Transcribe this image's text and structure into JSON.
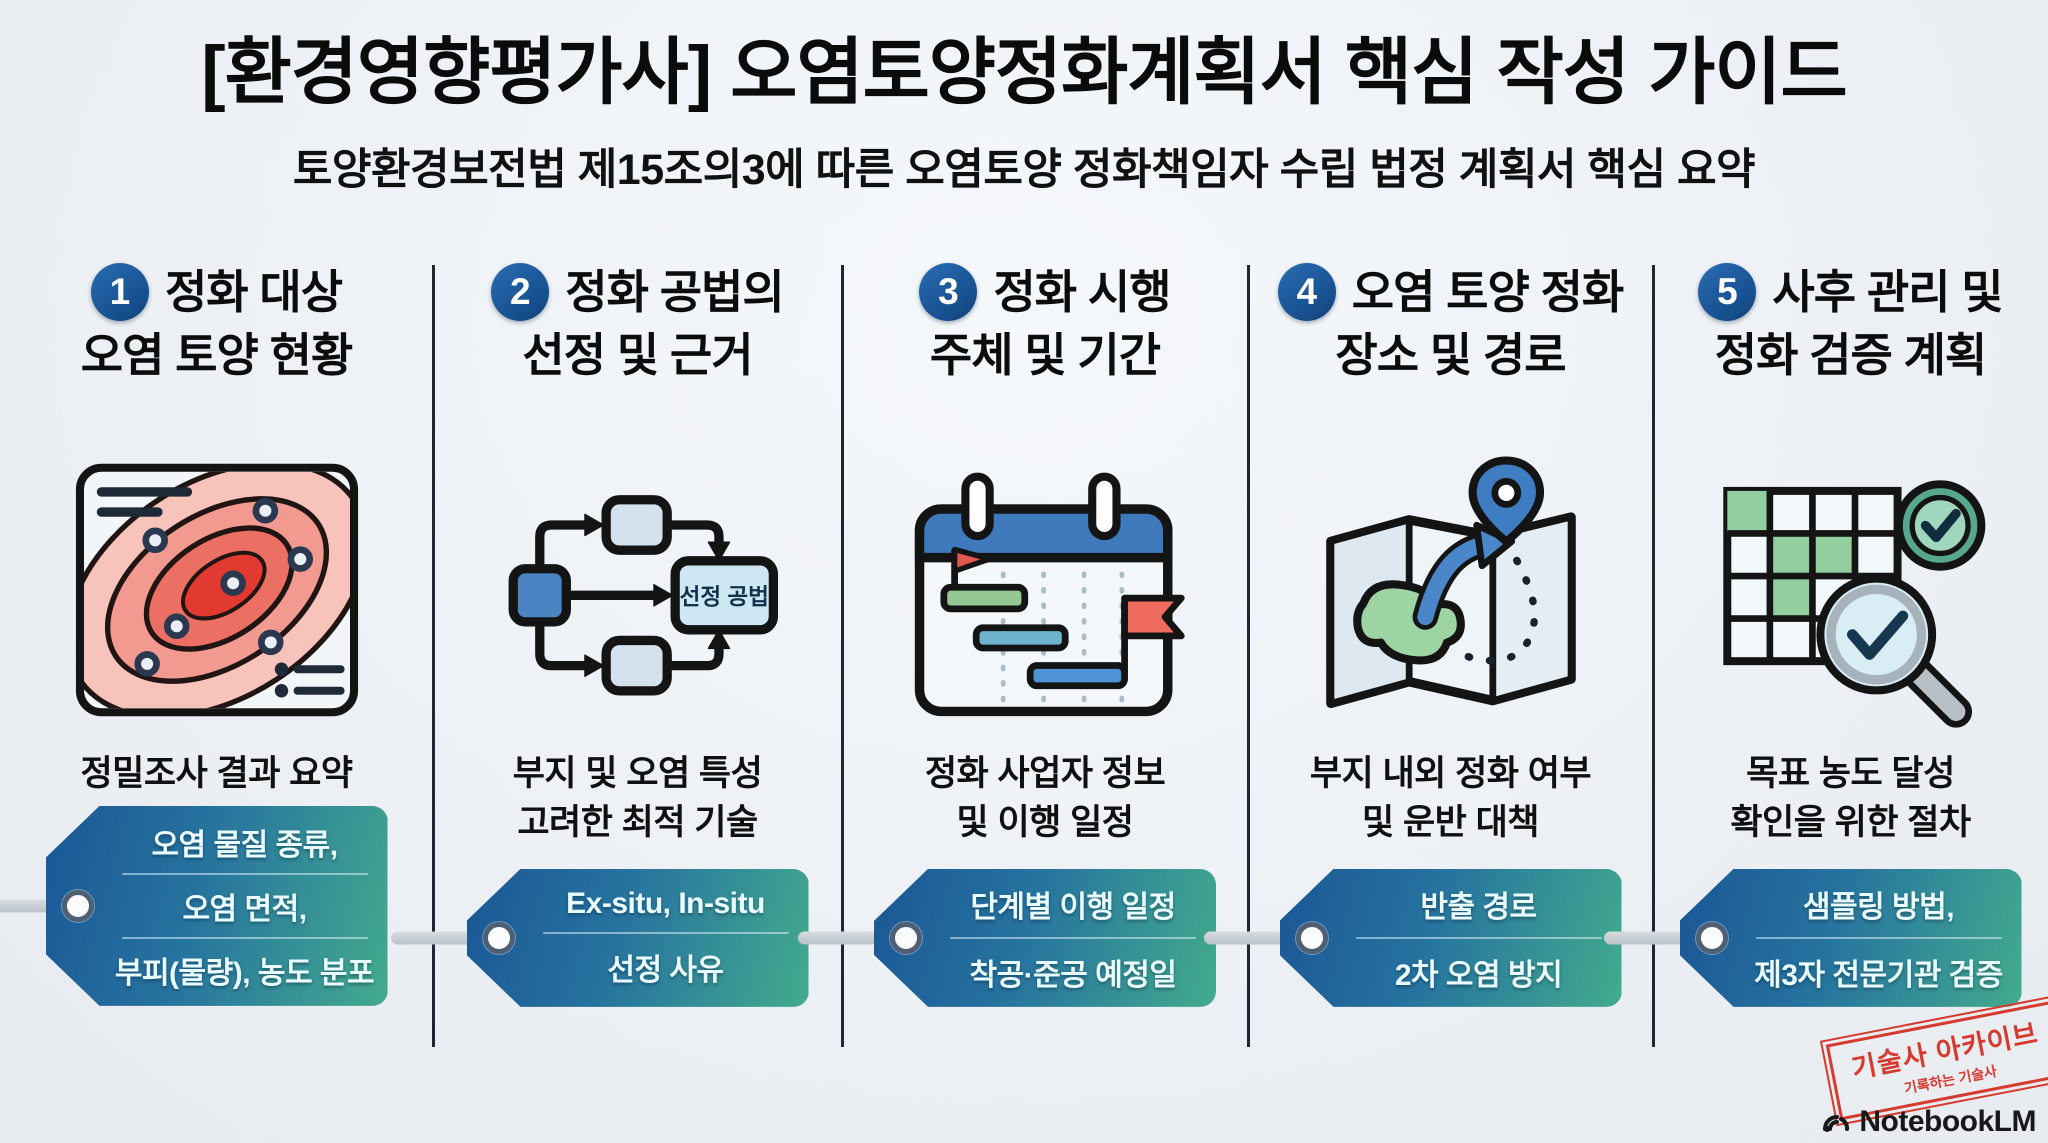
{
  "page": {
    "title": "[환경영향평가사] 오염토양정화계획서 핵심 작성 가이드",
    "subtitle": "토양환경보전법 제15조의3에 따른 오염토양 정화책임자 수립 법정 계획서 핵심 요약"
  },
  "columns": [
    {
      "number": "1",
      "title_lines": [
        "정화 대상",
        "오염 토양 현황"
      ],
      "icon": "contour-map-icon",
      "description_lines": [
        "정밀조사 결과 요약"
      ],
      "tag_lines": [
        "오염 물질 종류,",
        "오염 면적,",
        "부피(물량), 농도 분포"
      ]
    },
    {
      "number": "2",
      "title_lines": [
        "정화 공법의",
        "선정 및 근거"
      ],
      "icon": "flowchart-icon",
      "icon_label": "선정 공법",
      "description_lines": [
        "부지 및 오염 특성",
        "고려한 최적 기술"
      ],
      "tag_lines": [
        "Ex-situ, In-situ",
        "선정 사유"
      ]
    },
    {
      "number": "3",
      "title_lines": [
        "정화 시행",
        "주체 및 기간"
      ],
      "icon": "calendar-gantt-icon",
      "description_lines": [
        "정화 사업자 정보",
        "및 이행 일정"
      ],
      "tag_lines": [
        "단계별 이행 일정",
        "착공·준공 예정일"
      ]
    },
    {
      "number": "4",
      "title_lines": [
        "오염 토양 정화",
        "장소 및 경로"
      ],
      "icon": "map-route-icon",
      "description_lines": [
        "부지 내외 정화 여부",
        "및 운반 대책"
      ],
      "tag_lines": [
        "반출 경로",
        "2차 오염 방지"
      ]
    },
    {
      "number": "5",
      "title_lines": [
        "사후 관리 및",
        "정화 검증 계획"
      ],
      "icon": "verification-table-icon",
      "description_lines": [
        "목표 농도 달성",
        "확인을 위한 절차"
      ],
      "tag_lines": [
        "샘플링 방법,",
        "제3자 전문기관 검증"
      ]
    }
  ],
  "watermark": {
    "stamp_title": "기술사 아카이브",
    "stamp_subtitle": "기록하는 기술사",
    "brand": "NotebookLM"
  },
  "colors": {
    "background": "#edf1f5",
    "number_circle_blue": "#1d5ca6",
    "divider": "#1d2736",
    "tag_gradient_start": "#1b5796",
    "tag_gradient_end": "#43ab8d",
    "tag_text": "#e9fbff",
    "stamp_red": "#d6392e",
    "title_text": "#0b0b0b"
  }
}
